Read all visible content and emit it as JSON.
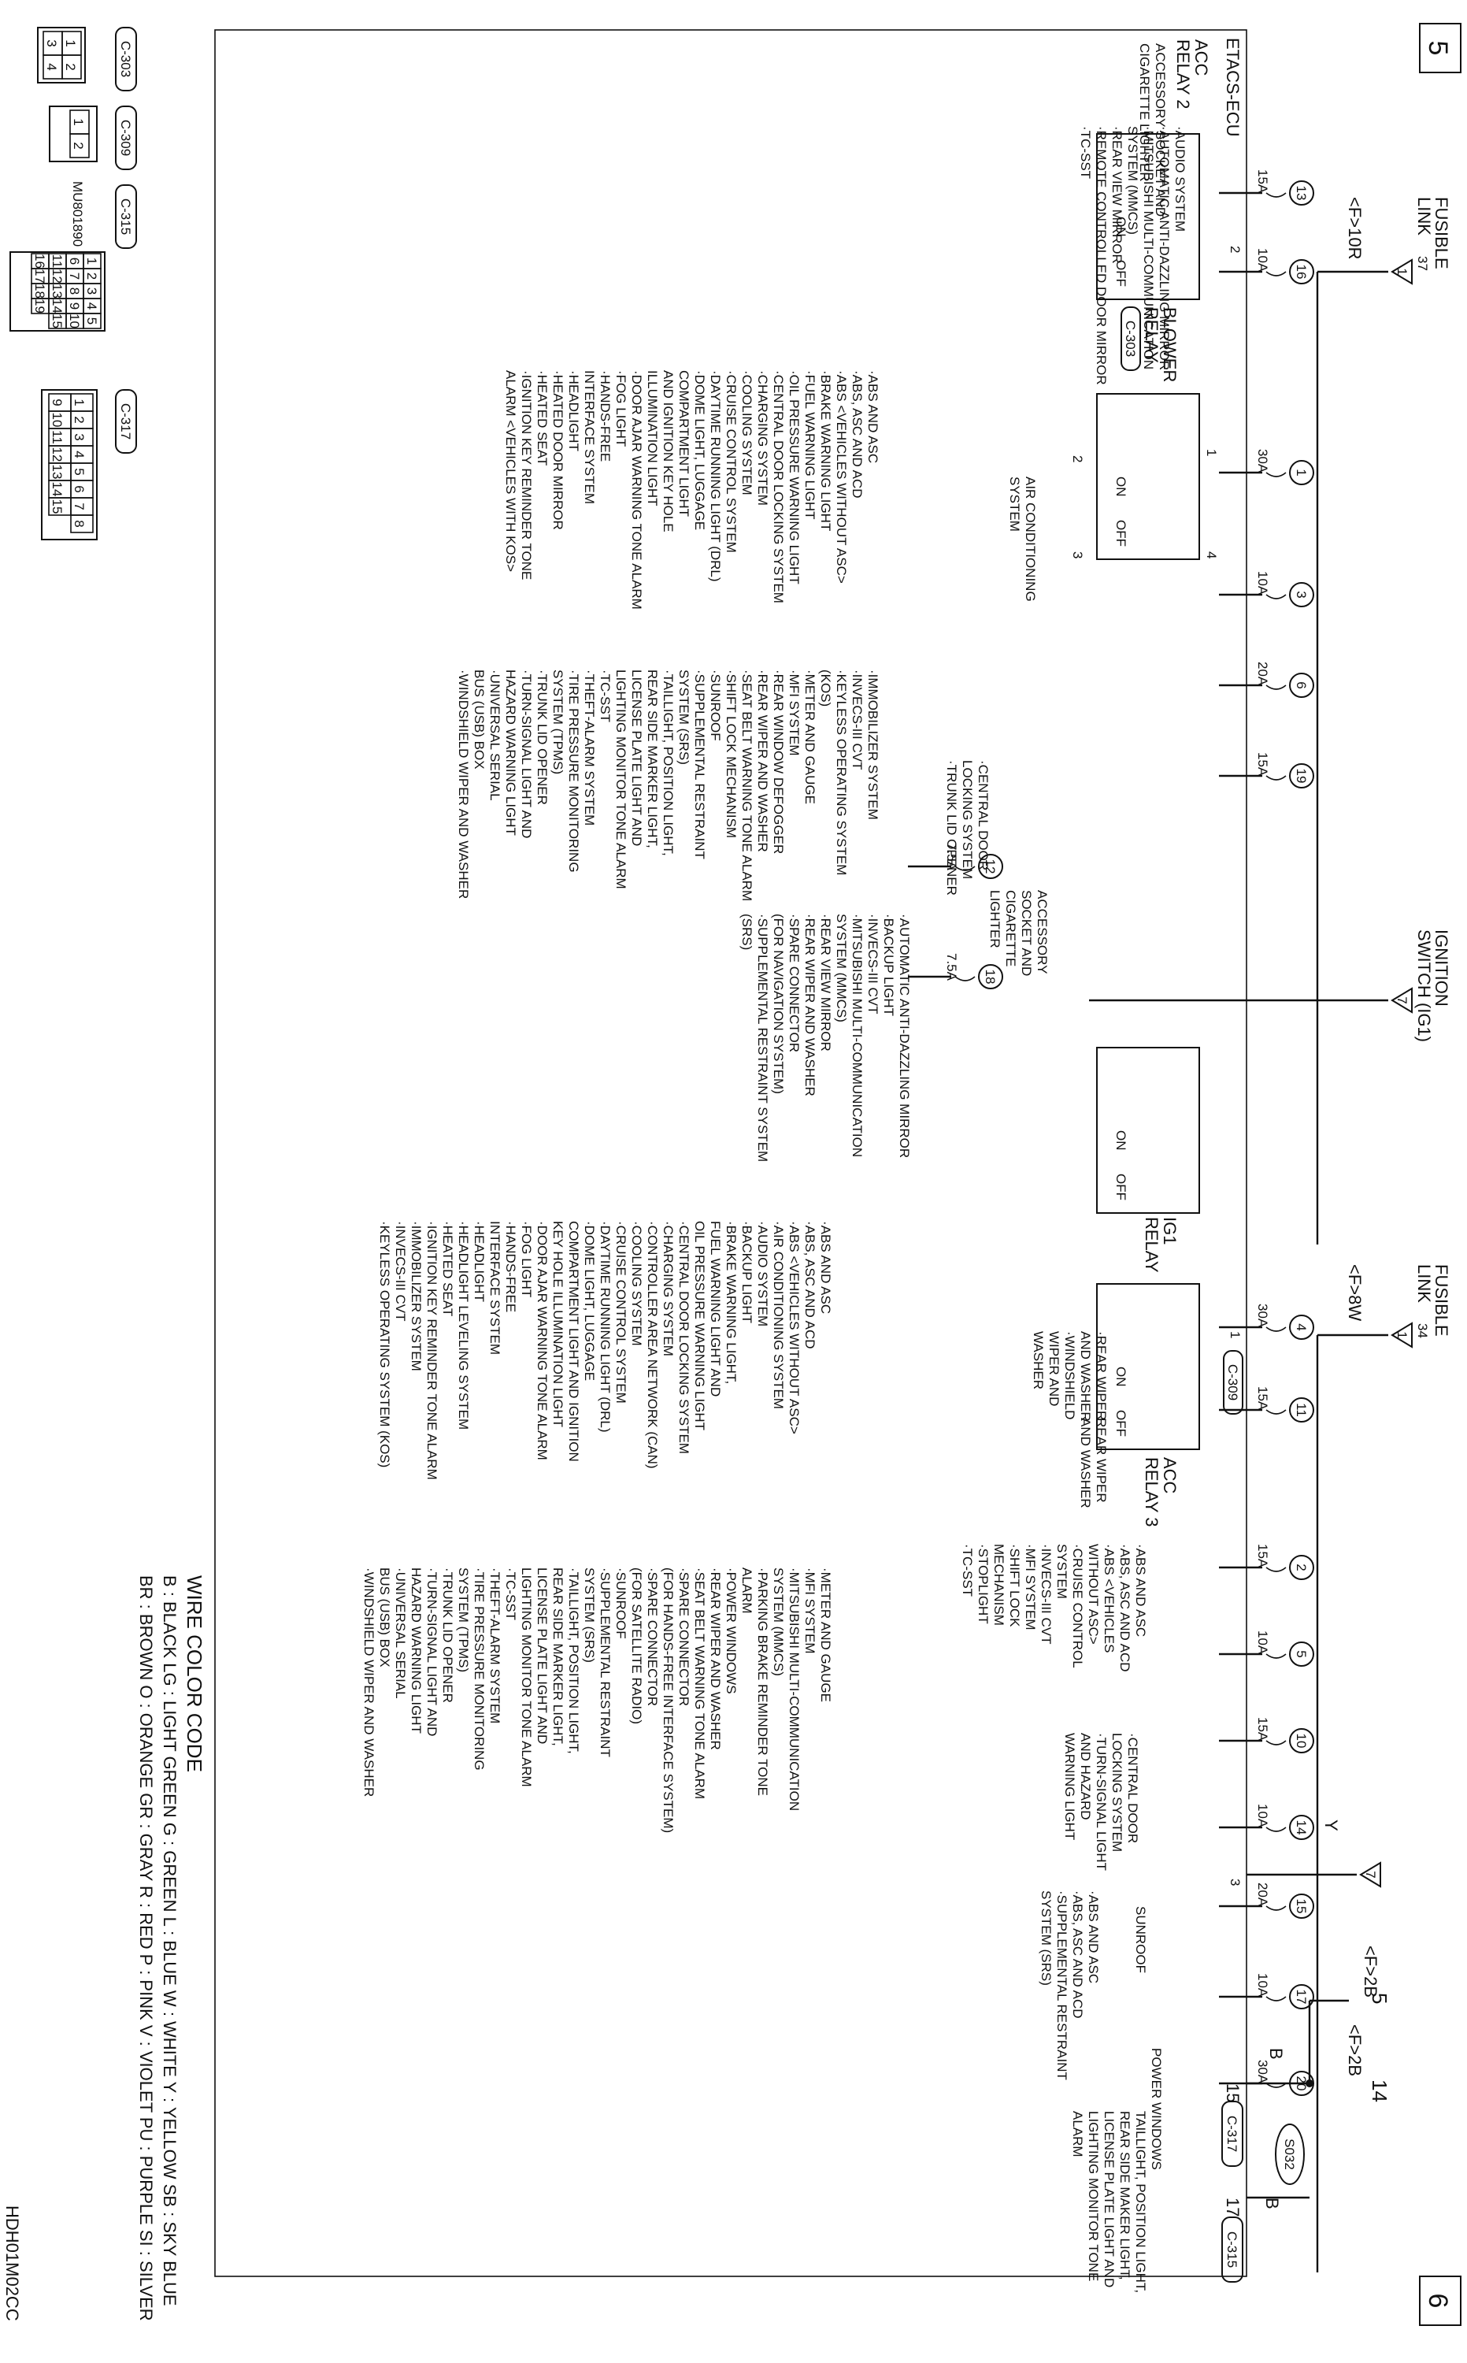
{
  "page_numbers": {
    "top": "5",
    "bottom": "6"
  },
  "drawing_code": "HDH01M02CC",
  "ecu_label": "ETACS-ECU",
  "fusible_links": [
    {
      "title_line1": "FUSIBLE",
      "title_line2": "LINK",
      "ref": "37",
      "conn": "<F>10R",
      "pin": "2",
      "icon_num": "1"
    },
    {
      "title_line1": "FUSIBLE",
      "title_line2": "LINK",
      "ref": "34",
      "conn": "<F>8W",
      "pin": "1",
      "connector": "C-309",
      "icon_num": "1"
    }
  ],
  "relays": {
    "acc2": {
      "line1": "ACC",
      "line2": "RELAY 2"
    },
    "blower": {
      "line1": "BLOWER",
      "line2": "RELAY",
      "connector": "C-303",
      "pins": [
        "1",
        "2",
        "3",
        "4"
      ]
    },
    "ig1": {
      "line1": "IG1",
      "line2": "RELAY"
    },
    "acc3": {
      "line1": "ACC",
      "line2": "RELAY 3"
    },
    "on": "ON",
    "off": "OFF"
  },
  "ignition_switch": {
    "line1": "IGNITION",
    "line2": "SWITCH (IG1)",
    "icon_num": "7"
  },
  "fuses": [
    {
      "num": "13",
      "amp": "15A"
    },
    {
      "num": "16",
      "amp": "10A"
    },
    {
      "num": "1",
      "amp": "30A"
    },
    {
      "num": "3",
      "amp": "10A"
    },
    {
      "num": "6",
      "amp": "20A"
    },
    {
      "num": "19",
      "amp": "15A"
    },
    {
      "num": "12",
      "amp": "7.5A"
    },
    {
      "num": "18",
      "amp": "7.5A"
    },
    {
      "num": "4",
      "amp": "30A"
    },
    {
      "num": "11",
      "amp": "15A"
    },
    {
      "num": "2",
      "amp": "15A"
    },
    {
      "num": "5",
      "amp": "10A"
    },
    {
      "num": "10",
      "amp": "15A"
    },
    {
      "num": "14",
      "amp": "10A"
    },
    {
      "num": "15",
      "amp": "20A"
    },
    {
      "num": "17",
      "amp": "10A"
    },
    {
      "num": "20",
      "amp": "30A"
    }
  ],
  "load_lists": {
    "f13": [
      "ACCESSORY SOCKET AND",
      "CIGARETTE LIGHTER"
    ],
    "f16": [
      "·AUDIO SYSTEM",
      "·AUTOMATIC ANTI-DAZZLING MIRROR",
      "·MITSUBISHI MULTI-COMMUNICATION",
      "  SYSTEM (MMCS)",
      "·REAR VIEW MIRROR",
      "·REMOTE CONTROLLED DOOR MIRROR",
      "·TC-SST"
    ],
    "f1": [
      "AIR CONDITIONING",
      "SYSTEM"
    ],
    "f6": [
      "·CENTRAL DOOR",
      "  LOCKING SYSTEM",
      "·TRUNK LID OPENER"
    ],
    "f19": [
      "ACCESSORY",
      "SOCKET AND",
      "CIGARETTE",
      "LIGHTER"
    ],
    "f18": [
      "·AUTOMATIC ANTI-DAZZLING MIRROR",
      "·BACKUP LIGHT",
      "·INVECS-III CVT",
      "·MITSUBISHI MULTI-COMMUNICATION",
      "  SYSTEM (MMCS)",
      "·REAR VIEW MIRROR",
      "·REAR WIPER AND WASHER",
      "·SPARE CONNECTOR",
      "  (FOR NAVIGATION SYSTEM)",
      "·SUPPLEMENTAL RESTRAINT SYSTEM",
      "  (SRS)"
    ],
    "f3_col1": [
      "·ABS AND ASC",
      "·ABS, ASC AND ACD",
      "·ABS <VEHICLES WITHOUT ASC>",
      "·BRAKE WARNING LIGHT",
      "·FUEL WARNING LIGHT",
      "·OIL PRESSURE WARNING LIGHT",
      "·CENTRAL DOOR LOCKING SYSTEM",
      "·CHARGING SYSTEM",
      "·COOLING SYSTEM",
      "·CRUISE CONTROL SYSTEM",
      "·DAYTIME RUNNING LIGHT (DRL)",
      "·DOME LIGHT, LUGGAGE",
      "  COMPARTMENT LIGHT",
      "  AND IGNITION KEY HOLE",
      "  ILLUMINATION LIGHT",
      "·DOOR AJAR WARNING TONE ALARM",
      "·FOG LIGHT",
      "·HANDS-FREE",
      "  INTERFACE SYSTEM",
      "·HEADLIGHT",
      "·HEATED DOOR MIRROR",
      "·HEATED SEAT",
      "·IGNITION KEY REMINDER TONE",
      "  ALARM <VEHICLES WITH KOS>"
    ],
    "f3_col2": [
      "·IMMOBILIZER SYSTEM",
      "·INVECS-III CVT",
      "·KEYLESS OPERATING SYSTEM",
      "  (KOS)",
      "·METER AND GAUGE",
      "·MFI SYSTEM",
      "·REAR WINDOW DEFOGGER",
      "·REAR WIPER AND WASHER",
      "·SEAT BELT WARNING TONE ALARM",
      "·SHIFT LOCK MECHANISM",
      "·SUNROOF",
      "·SUPPLEMENTAL RESTRAINT",
      "  SYSTEM (SRS)",
      "·TAILLIGHT, POSITION LIGHT,",
      "  REAR SIDE MARKER LIGHT,",
      "  LICENSE PLATE LIGHT AND",
      "  LIGHTING MONITOR TONE ALARM",
      "·TC-SST",
      "·THEFT-ALARM SYSTEM",
      "·TIRE PRESSURE MONITORING",
      "  SYSTEM (TPMS)",
      "·TRUNK LID OPENER",
      "·TURN-SIGNAL LIGHT AND",
      "  HAZARD WARNING LIGHT",
      "·UNIVERSAL SERIAL",
      "  BUS (USB) BOX",
      "·WINDSHIELD WIPER AND WASHER"
    ],
    "f4": [
      "·REAR WIPER",
      "  AND WASHER",
      "·WINDSHIELD",
      "  WIPER AND",
      "  WASHER"
    ],
    "f11": [
      "REAR WIPER",
      "AND WASHER"
    ],
    "f2": [
      "·ABS AND ASC",
      "·ABS, ASC AND ACD",
      "·ABS <VEHICLES",
      "  WITHOUT ASC>",
      "·CRUISE CONTROL",
      "  SYSTEM",
      "·INVECS-III CVT",
      "·MFI SYSTEM",
      "·SHIFT LOCK",
      "  MECHANISM",
      "·STOPLIGHT",
      "·TC-SST"
    ],
    "f10": [
      "·CENTRAL DOOR",
      "  LOCKING SYSTEM",
      "·TURN-SIGNAL LIGHT",
      "  AND HAZARD",
      "  WARNING LIGHT"
    ],
    "f5_col1": [
      "·ABS AND ASC",
      "·ABS, ASC AND ACD",
      "·ABS <VEHICLES WITHOUT ASC>",
      "·AIR CONDITIONING SYSTEM",
      "·AUDIO SYSTEM",
      "·BACKUP LIGHT",
      "·BRAKE WARNING LIGHT,",
      "  FUEL WARNING LIGHT AND",
      "  OIL PRESSURE WARNING LIGHT",
      "·CENTRAL DOOR LOCKING SYSTEM",
      "·CHARGING SYSTEM",
      "·CONTROLLER AREA NETWORK (CAN)",
      "·COOLING SYSTEM",
      "·CRUISE CONTROL SYSTEM",
      "·DAYTIME RUNNING LIGHT (DRL)",
      "·DOME LIGHT, LUGGAGE",
      "  COMPARTMENT LIGHT AND IGNITION",
      "  KEY HOLE ILLUMINATION LIGHT",
      "·DOOR AJAR WARNING TONE ALARM",
      "·FOG LIGHT",
      "·HANDS-FREE",
      "  INTERFACE SYSTEM",
      "·HEADLIGHT",
      "·HEADLIGHT LEVELING SYSTEM",
      "·HEATED SEAT",
      "·IGNITION KEY REMINDER TONE ALARM",
      "·IMMOBILIZER SYSTEM",
      "·INVECS-III CVT",
      "·KEYLESS OPERATING SYSTEM (KOS)"
    ],
    "f5_col2": [
      "·METER AND GAUGE",
      "·MFI SYSTEM",
      "·MITSUBISHI MULTI-COMMUNICATION",
      "  SYSTEM (MMCS)",
      "·PARKING BRAKE REMINDER TONE",
      "  ALARM",
      "·POWER WINDOWS",
      "·REAR WIPER AND WASHER",
      "·SEAT BELT WARNING TONE ALARM",
      "·SPARE CONNECTOR",
      "  (FOR HANDS-FREE INTERFACE SYSTEM)",
      "·SPARE CONNECTOR",
      "  (FOR SATELLITE RADIO)",
      "·SUNROOF",
      "·SUPPLEMENTAL RESTRAINT",
      "  SYSTEM (SRS)",
      "·TAILLIGHT, POSITION LIGHT,",
      "  REAR SIDE MARKER LIGHT,",
      "  LICENSE PLATE LIGHT AND",
      "  LIGHTING MONITOR TONE ALARM",
      "·TC-SST",
      "·THEFT-ALARM SYSTEM",
      "·TIRE PRESSURE MONITORING",
      "  SYSTEM (TPMS)",
      "·TRUNK LID OPENER",
      "·TURN-SIGNAL LIGHT AND",
      "  HAZARD WARNING LIGHT",
      "·UNIVERSAL SERIAL",
      "  BUS (USB) BOX",
      "·WINDSHIELD WIPER AND WASHER"
    ],
    "f15": [
      "SUNROOF"
    ],
    "f17_left": [
      "·ABS AND ASC",
      "·ABS, ASC AND ACD",
      "·SUPPLEMENTAL RESTRAINT",
      "  SYSTEM (SRS)"
    ],
    "f17_right": [
      "POWER WINDOWS"
    ],
    "f20": [
      "TAILLIGHT, POSITION LIGHT,",
      "REAR SIDE MAKER LIGHT,",
      "LICENSE PLATE LIGHT AND",
      "LIGHTING MONITOR TONE",
      "ALARM"
    ]
  },
  "ground": {
    "pin3": "3",
    "pin15": "15",
    "pin17": "17",
    "conn15": "C-317",
    "conn17": "C-315",
    "wire_y": "Y",
    "wire_b1": "B",
    "wire_b2": "B",
    "splice": "S032",
    "gnd1": "<F>2B",
    "gnd2": "<F>2B",
    "gnd1_num": "5",
    "gnd2_num": "14",
    "icon_num": "7"
  },
  "connectors": {
    "c303": {
      "label": "C-303",
      "pins": [
        "1",
        "2",
        "3",
        "4"
      ]
    },
    "c309": {
      "label": "C-309",
      "pins": [
        "1",
        "2"
      ]
    },
    "c315": {
      "label": "C-315",
      "part_no": "MU801890",
      "pins": [
        "1",
        "2",
        "3",
        "4",
        "5",
        "6",
        "7",
        "8",
        "9",
        "10",
        "11",
        "12",
        "13",
        "14",
        "15",
        "16",
        "17",
        "18",
        "19"
      ]
    },
    "c317": {
      "label": "C-317",
      "pins": [
        "1",
        "2",
        "3",
        "4",
        "5",
        "6",
        "7",
        "8",
        "9",
        "10",
        "11",
        "12",
        "13",
        "14",
        "15"
      ]
    }
  },
  "wire_color_code": {
    "title": "WIRE COLOR CODE",
    "line1": "B : BLACK   LG : LIGHT GREEN   G : GREEN   L : BLUE   W : WHITE   Y : YELLOW   SB : SKY BLUE",
    "line2": "BR : BROWN   O : ORANGE   GR : GRAY   R : RED   P : PINK   V : VIOLET   PU : PURPLE   SI : SILVER"
  }
}
